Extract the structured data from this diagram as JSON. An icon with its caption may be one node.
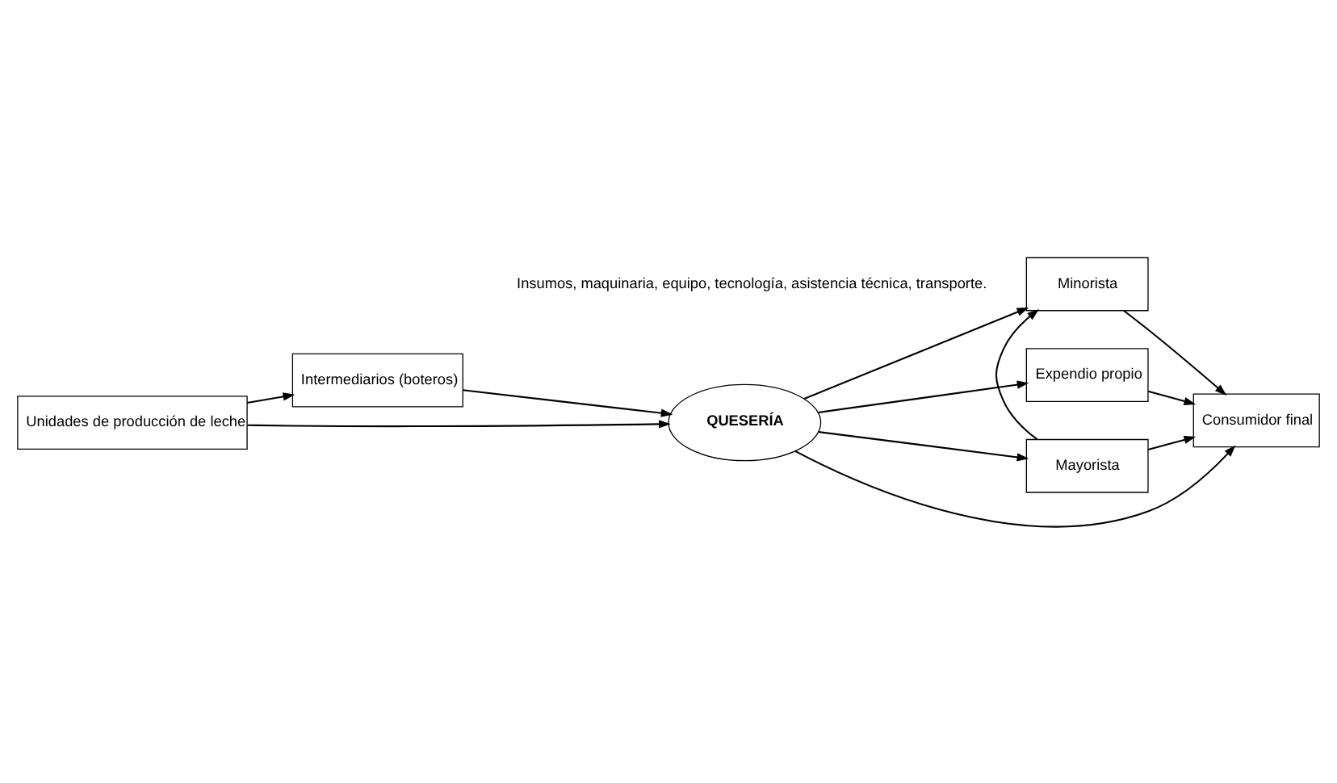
{
  "diagram": {
    "nodes": [
      {
        "text": [
          "Intermediarios (boteros)"
        ]
      },
      {
        "text": [
          "Unidades de producción de leche"
        ]
      },
      {
        "text": [
          "QUESERÍA"
        ]
      },
      {
        "text": [
          "Expendio propio"
        ]
      },
      {
        "text": [
          "Mayorista"
        ]
      },
      {
        "text": [
          "Minorista"
        ]
      },
      {
        "text": [
          "Consumidor final"
        ]
      }
    ],
    "edges": [
      {
        "from": 1,
        "to": 0,
        "arrow": "to"
      },
      {
        "from": 0,
        "to": 2,
        "arrow": "to"
      },
      {
        "from": 1,
        "to": 2,
        "arrow": "to"
      },
      {
        "from": 2,
        "to": 3,
        "arrow": "to"
      },
      {
        "from": 2,
        "to": 4,
        "arrow": "to"
      },
      {
        "from": 2,
        "to": 6,
        "arrow": "to"
      },
      {
        "from": 2,
        "to": 5,
        "arrow": "to"
      },
      {
        "from": 4,
        "to": 5,
        "arrow": "to"
      },
      {
        "from": 3,
        "to": 6,
        "arrow": "to"
      },
      {
        "from": 4,
        "to": 6,
        "arrow": "to"
      },
      {
        "from": 5,
        "to": 6,
        "arrow": "to"
      }
    ],
    "labels": [
      "Insumos, maquinaria, equipo, tecnología, asistencia técnica, transporte."
    ]
  }
}
